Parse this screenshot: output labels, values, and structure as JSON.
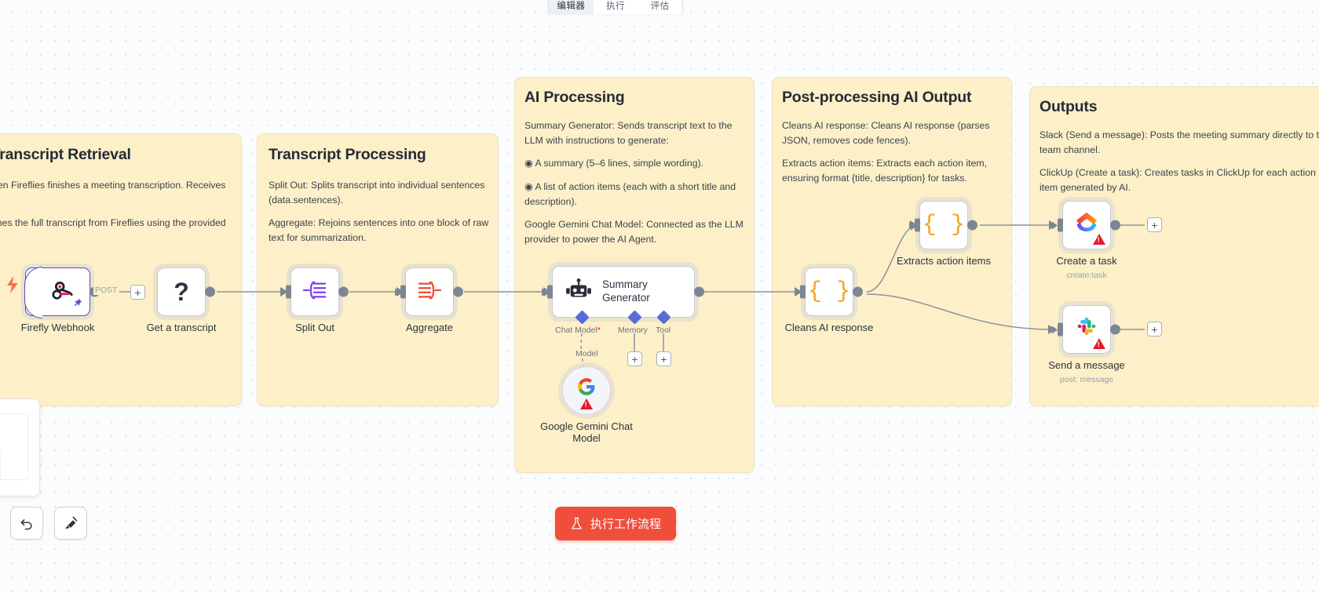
{
  "top_tabs": [
    {
      "label": "编辑器",
      "active": true
    },
    {
      "label": "执行",
      "active": false
    },
    {
      "label": "评估",
      "active": false
    }
  ],
  "notes": [
    {
      "id": "webhook-transcript-retrieval",
      "title": "Webhook + Transcript Retrieval",
      "paragraphs": [
        "Webhook: Trigger when Fireflies finishes a meeting transcription. Receives meetingId.",
        "Get a transcript: Fetches the full transcript from Fireflies using the provided meetingId."
      ]
    },
    {
      "id": "transcript-processing",
      "title": "Transcript Processing",
      "paragraphs": [
        "Split Out: Splits transcript into individual sentences (data.sentences).",
        "Aggregate: Rejoins sentences into one block of raw text for summarization."
      ]
    },
    {
      "id": "ai-processing",
      "title": "AI Processing",
      "paragraphs": [
        "Summary Generator: Sends transcript text to the LLM with instructions to generate:",
        "◉ A summary (5–6 lines, simple wording).",
        "◉ A list of action items (each with a short title and description).",
        "Google Gemini Chat Model: Connected as the LLM provider to power the AI Agent."
      ]
    },
    {
      "id": "post-processing-ai-output",
      "title": "Post-processing AI Output",
      "paragraphs": [
        "Cleans AI response: Cleans AI response (parses JSON, removes code fences).",
        "Extracts action items: Extracts each action item, ensuring format {title, description} for tasks."
      ]
    },
    {
      "id": "outputs",
      "title": "Outputs",
      "paragraphs": [
        "Slack (Send a message): Posts the meeting summary directly to the team channel.",
        "ClickUp (Create a task): Creates tasks in ClickUp for each action item generated by AI."
      ]
    }
  ],
  "nodes": [
    {
      "id": "firefly-webhook",
      "label": "Firefly Webhook",
      "sub": "",
      "icon": "fireflies-icon",
      "connector_label": "POST"
    },
    {
      "id": "get-a-transcript",
      "label": "Get a transcript",
      "sub": "",
      "icon": "question-mark-icon"
    },
    {
      "id": "split-out",
      "label": "Split Out",
      "sub": "",
      "icon": "split-out-icon"
    },
    {
      "id": "aggregate",
      "label": "Aggregate",
      "sub": "",
      "icon": "aggregate-icon"
    },
    {
      "id": "summary-generator",
      "label": "Summary Generator",
      "sub": "",
      "icon": "robot-icon"
    },
    {
      "id": "google-gemini-chat-model",
      "label": "Google Gemini Chat Model",
      "sub": "",
      "icon": "google-icon",
      "warning": true
    },
    {
      "id": "cleans-ai-response",
      "label": "Cleans AI response",
      "sub": "",
      "icon": "code-braces-icon"
    },
    {
      "id": "extracts-action-items",
      "label": "Extracts action items",
      "sub": "",
      "icon": "code-braces-icon"
    },
    {
      "id": "create-a-task",
      "label": "Create a task",
      "sub": "create:task",
      "icon": "clickup-icon",
      "warning": true
    },
    {
      "id": "send-a-message",
      "label": "Send a message",
      "sub": "post: message",
      "icon": "slack-icon",
      "warning": true
    }
  ],
  "sub_ports": [
    {
      "label": "Chat Model",
      "required": true
    },
    {
      "label": "Memory",
      "required": false
    },
    {
      "label": "Tool",
      "required": false
    }
  ],
  "connection_labels": {
    "model": "Model",
    "post": "POST"
  },
  "toolbar": {
    "undo_label": "撤销",
    "tidy_label": "整理工作流"
  },
  "execute_button": {
    "label": "执行工作流程",
    "icon": "flask-icon",
    "color": "#ef4e3b"
  },
  "colors": {
    "note_bg": "#fdf0c8",
    "note_border": "#f0e2b6",
    "accent": "#ef4e3b",
    "trigger_border": "#5b49c9",
    "port": "#7e8694"
  }
}
